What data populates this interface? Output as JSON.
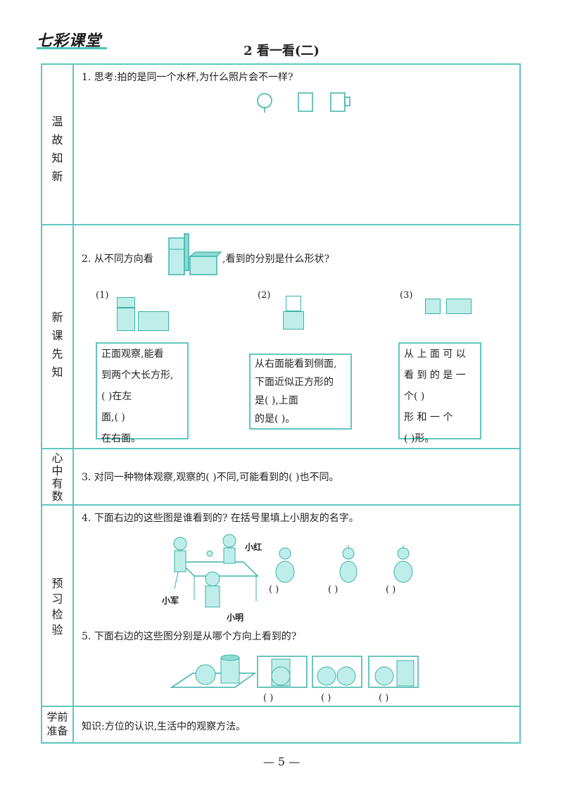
{
  "header": {
    "logo": "七彩课堂",
    "title": "2   看一看(二)"
  },
  "sections": {
    "review": "温故知新",
    "preview_new": "新课先知",
    "summary": "心中有数",
    "check": "预习检验",
    "prep": "学前准备"
  },
  "q1": {
    "text": "1. 思考:拍的是同一个水杯,为什么照片会不一样?"
  },
  "q2": {
    "text_prefix": "2. 从不同方向看",
    "text_suffix": ",看到的分别是什么形状?",
    "labels": [
      "(1)",
      "(2)",
      "(3)"
    ],
    "box1": [
      "正面观察,能看",
      "到两个大长方形,",
      "(          )在左",
      "面,(          )",
      "在右面。"
    ],
    "box2": [
      "从右面能看到侧面,",
      "下面近似正方形的",
      "是(          ),上面",
      "的是(          )。"
    ],
    "box3": [
      "从 上 面 可 以",
      "看 到 的 是 一",
      "个(          )",
      "形 和 一 个",
      "(          )形。"
    ]
  },
  "q3": {
    "text": "3. 对同一种物体观察,观察的(            )不同,可能看到的(            )也不同。"
  },
  "q4": {
    "text": "4. 下面右边的这些图是谁看到的? 在括号里填上小朋友的名字。",
    "kids": [
      "小红",
      "小军",
      "小明"
    ],
    "blanks": [
      "(     )",
      "(     )",
      "(     )"
    ]
  },
  "q5": {
    "text": "5. 下面右边的这些图分别是从哪个方向上看到的?",
    "blanks": [
      "(     )",
      "(     )",
      "(     )"
    ]
  },
  "prep": {
    "text": "知识:方位的认识,生活中的观察方法。"
  },
  "footer": {
    "page": "—  5  —"
  }
}
